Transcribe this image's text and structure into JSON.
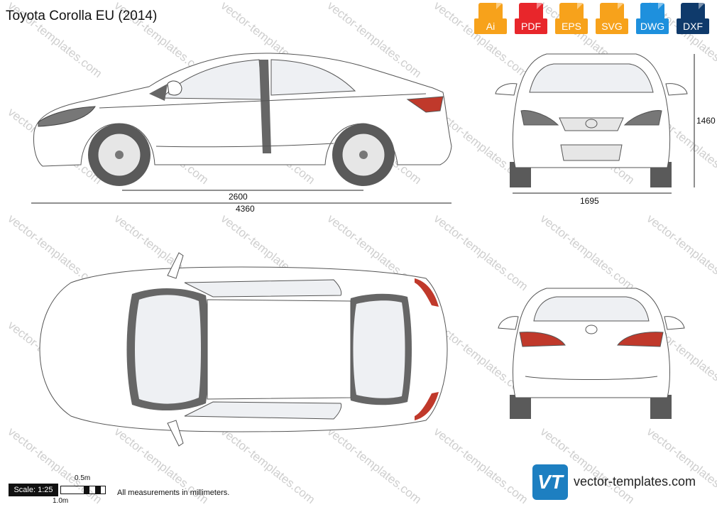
{
  "title": "Toyota Corolla EU (2014)",
  "formats": [
    {
      "label": "Ai",
      "color": "#f7a21b",
      "icon": "ai-file-icon"
    },
    {
      "label": "PDF",
      "color": "#e8262b",
      "icon": "pdf-file-icon"
    },
    {
      "label": "EPS",
      "color": "#f7a21b",
      "icon": "eps-file-icon"
    },
    {
      "label": "SVG",
      "color": "#f7a21b",
      "icon": "svg-file-icon"
    },
    {
      "label": "DWG",
      "color": "#1e90dd",
      "icon": "dwg-file-icon"
    },
    {
      "label": "DXF",
      "color": "#0f3a6b",
      "icon": "dxf-file-icon"
    }
  ],
  "dimensions": {
    "wheelbase": "2600",
    "length": "4360",
    "width": "1695",
    "height": "1460"
  },
  "scale": {
    "label": "Scale: 1:25",
    "half_meter": "0.5m",
    "one_meter": "1.0m"
  },
  "note": "All measurements in millimeters.",
  "watermark": "vector-templates.com",
  "brand": {
    "logo_text": "VT",
    "site": "vector-templates.com"
  },
  "colors": {
    "glass": "#eef0f3",
    "trim": "#666666",
    "tyre": "#5a5a5a",
    "light": "#c0392b",
    "line": "#555555"
  }
}
